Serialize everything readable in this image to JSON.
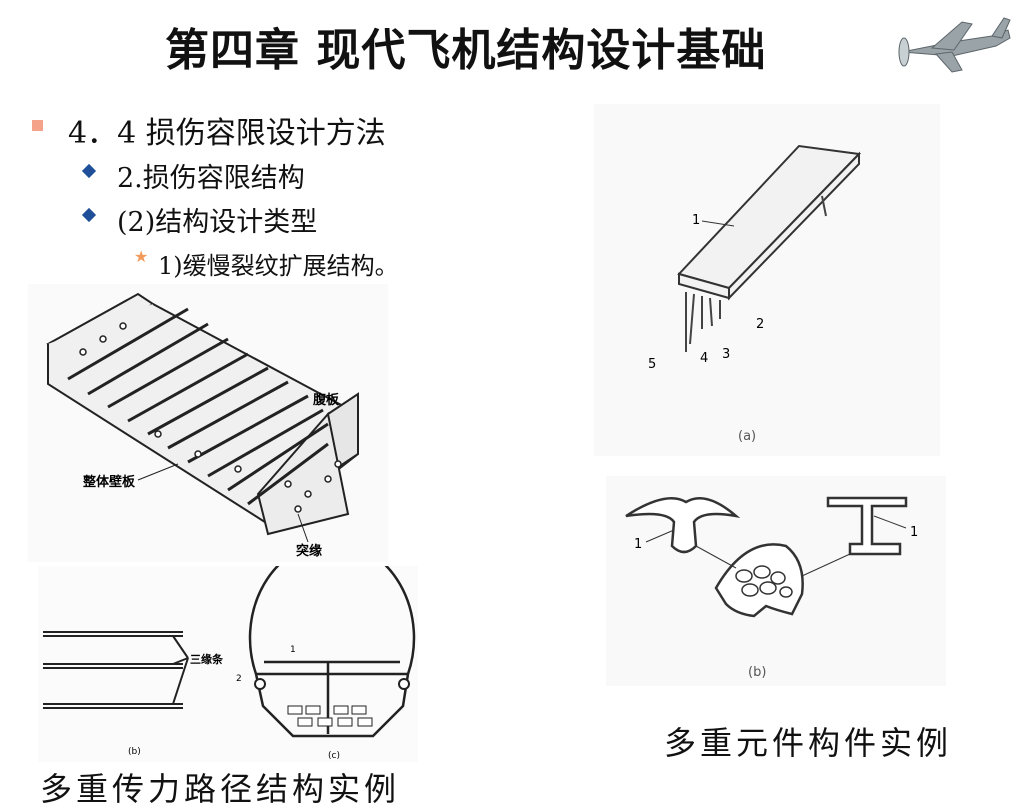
{
  "slide": {
    "title": "第四章 现代飞机结构设计基础",
    "bullets": {
      "level1": "4．4 损伤容限设计方法",
      "level2_a": "2.损伤容限结构",
      "level2_b": "(2)结构设计类型",
      "level3": "1)缓慢裂纹扩展结构。"
    },
    "figure_left": {
      "label_web": "腹板",
      "label_panel": "整体壁板",
      "label_flange": "突缘",
      "label_three_stringers": "三缘条",
      "label_b": "(b)",
      "label_c": "(c)",
      "num_1": "1",
      "num_2": "2"
    },
    "figure_right": {
      "nums_a": [
        "1",
        "2",
        "3",
        "4",
        "5"
      ],
      "label_a": "(a)",
      "label_b": "(b)",
      "num_1": "1"
    },
    "caption_left": "多重传力路径结构实例",
    "caption_right": "多重元件构件实例"
  }
}
